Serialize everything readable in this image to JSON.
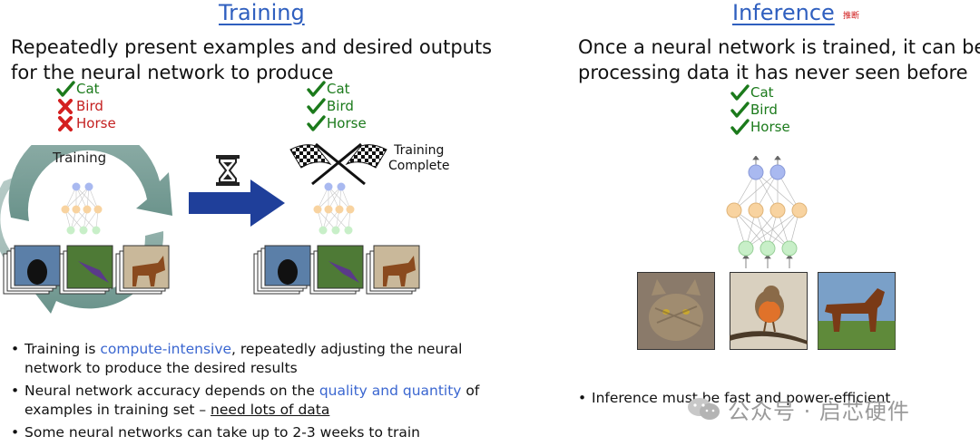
{
  "training": {
    "title": "Training",
    "intro": [
      "Repeatedly present examples and desired outputs",
      "for the neural network to produce"
    ],
    "before_labels": [
      {
        "text": "Cat",
        "status": "check"
      },
      {
        "text": "Bird",
        "status": "cross"
      },
      {
        "text": "Horse",
        "status": "cross"
      }
    ],
    "after_labels": [
      {
        "text": "Cat",
        "status": "check"
      },
      {
        "text": "Bird",
        "status": "check"
      },
      {
        "text": "Horse",
        "status": "check"
      }
    ],
    "cycle_label": "Training",
    "complete_label": [
      "Training",
      "Complete"
    ],
    "bullets": [
      {
        "parts": [
          {
            "text": "Training is "
          },
          {
            "text": "compute-intensive",
            "style": "blue"
          },
          {
            "text": ", repeatedly adjusting the neural"
          }
        ],
        "line2": [
          {
            "text": "network to produce the desired results"
          }
        ]
      },
      {
        "parts": [
          {
            "text": "Neural network accuracy depends on the "
          },
          {
            "text": "quality and quantity",
            "style": "blue"
          },
          {
            "text": " of"
          }
        ],
        "line2": [
          {
            "text": "examples in training set – "
          },
          {
            "text": "need lots of data",
            "style": "ul"
          }
        ]
      },
      {
        "parts": [
          {
            "text": "Some neural networks can take up to 2-3 weeks to train"
          }
        ],
        "line2": []
      }
    ]
  },
  "inference": {
    "title": "Inference",
    "title_note": "推断",
    "intro": [
      "Once a neural network is trained, it can be",
      "processing data it has never seen before"
    ],
    "labels": [
      {
        "text": "Cat",
        "status": "check"
      },
      {
        "text": "Bird",
        "status": "check"
      },
      {
        "text": "Horse",
        "status": "check"
      }
    ],
    "bullet": "Inference must be fast and power-efficient"
  },
  "watermark": "公众号 · 启芯硬件",
  "colors": {
    "accent": "#2f5fbf",
    "check": "#1b7a1b",
    "cross": "#c42020",
    "arrow": "#1f3f9a",
    "cycle": "#5f8f86",
    "node_out": "#a9b9f0",
    "node_hidden": "#f8d3a0",
    "node_in": "#c8efc8"
  }
}
